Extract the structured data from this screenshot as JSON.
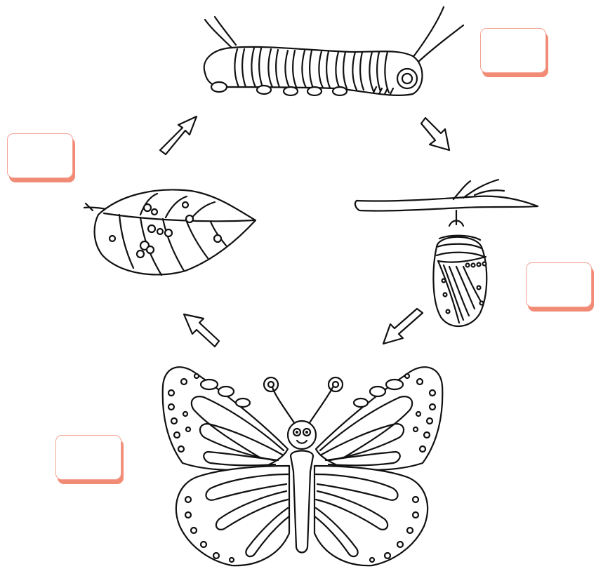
{
  "diagram": {
    "stages": [
      {
        "key": "larva",
        "icon": "caterpillar-icon",
        "label": ""
      },
      {
        "key": "pupa",
        "icon": "chrysalis-icon",
        "label": ""
      },
      {
        "key": "adult",
        "icon": "butterfly-icon",
        "label": ""
      },
      {
        "key": "egg",
        "icon": "leaf-with-eggs-icon",
        "label": ""
      }
    ],
    "label_box": {
      "border_color": "#f4a394",
      "shadow_color": "#f28b76"
    },
    "line_color": "#111111"
  }
}
